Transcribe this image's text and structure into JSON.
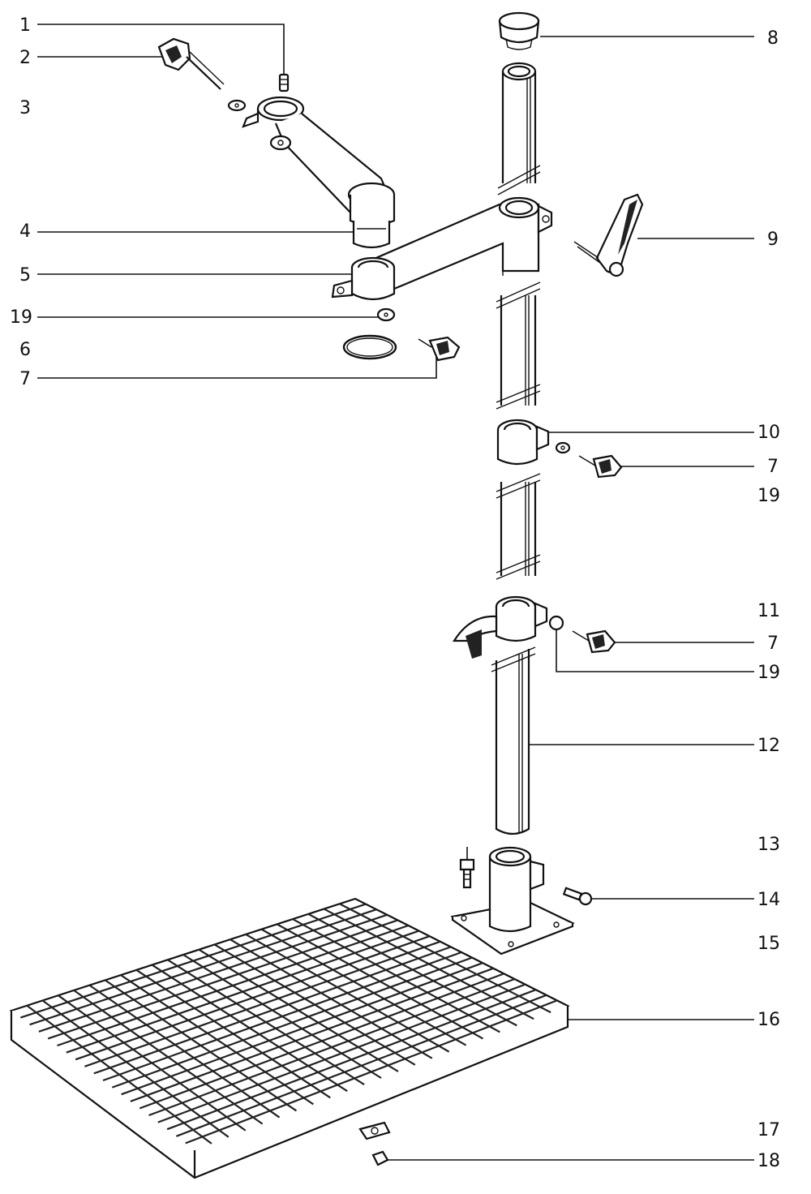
{
  "callouts": [
    {
      "id": "c1",
      "label": "1"
    },
    {
      "id": "c2",
      "label": "2"
    },
    {
      "id": "c3",
      "label": "3"
    },
    {
      "id": "c4",
      "label": "4"
    },
    {
      "id": "c5",
      "label": "5"
    },
    {
      "id": "c19a",
      "label": "19"
    },
    {
      "id": "c6",
      "label": "6"
    },
    {
      "id": "c7a",
      "label": "7"
    },
    {
      "id": "c8",
      "label": "8"
    },
    {
      "id": "c9",
      "label": "9"
    },
    {
      "id": "c10",
      "label": "10"
    },
    {
      "id": "c7b",
      "label": "7"
    },
    {
      "id": "c19b",
      "label": "19"
    },
    {
      "id": "c11",
      "label": "11"
    },
    {
      "id": "c7c",
      "label": "7"
    },
    {
      "id": "c19c",
      "label": "19"
    },
    {
      "id": "c12",
      "label": "12"
    },
    {
      "id": "c13",
      "label": "13"
    },
    {
      "id": "c14",
      "label": "14"
    },
    {
      "id": "c15",
      "label": "15"
    },
    {
      "id": "c16",
      "label": "16"
    },
    {
      "id": "c17",
      "label": "17"
    },
    {
      "id": "c18",
      "label": "18"
    }
  ]
}
